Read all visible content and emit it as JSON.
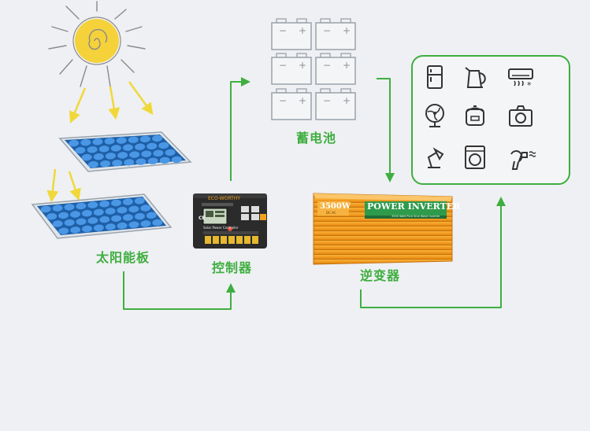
{
  "labels": {
    "solar_panel": "太阳能板",
    "controller": "控制器",
    "battery": "蓄电池",
    "inverter": "逆变器"
  },
  "controller_device": {
    "brand": "ECO-WORTHY",
    "subtitle": "Solar Power Controller",
    "ce_mark": "CE"
  },
  "inverter_device": {
    "power": "3500W",
    "model_note": "DC-AC",
    "title": "POWER INVERTER",
    "subtitle": "3500 Watt Pure Sine Wave Inverter"
  },
  "battery_terminals": {
    "minus": "−",
    "plus": "+"
  },
  "appliances": [
    {
      "icon": "fridge-icon"
    },
    {
      "icon": "kettle-icon"
    },
    {
      "icon": "air-conditioner-icon"
    },
    {
      "icon": "fan-icon"
    },
    {
      "icon": "rice-cooker-icon"
    },
    {
      "icon": "camera-icon"
    },
    {
      "icon": "desk-lamp-icon"
    },
    {
      "icon": "washing-machine-icon"
    },
    {
      "icon": "hair-dryer-icon"
    }
  ],
  "colors": {
    "flow_line": "#3fae3f",
    "sun": "#f5d23a",
    "panel_cell": "#2f7fd0",
    "inverter_body": "#f29a1f",
    "controller_body": "#2b2b2b",
    "appliance_box_border": "#3fae3f"
  }
}
